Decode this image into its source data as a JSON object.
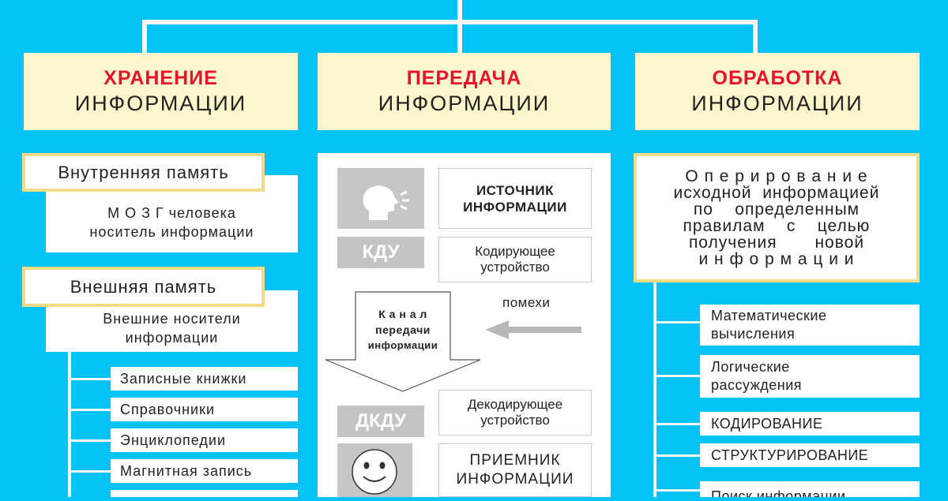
{
  "storage": {
    "title_accent": "ХРАНЕНИЕ",
    "title_main": "ИНФОРМАЦИИ",
    "internal_memory": "Внутренняя  память",
    "internal_desc_1": "М О З Г  человека",
    "internal_desc_2": "носитель  информации",
    "external_memory": "Внешняя  память",
    "external_desc_1": "Внешние  носители",
    "external_desc_2": "информации",
    "items": [
      "Записные  книжки",
      "Справочники",
      "Энциклопедии",
      "Магнитная  запись"
    ]
  },
  "transfer": {
    "title_accent": "ПЕРЕДАЧА",
    "title_main": "ИНФОРМАЦИИ",
    "source_1": "ИСТОЧНИК",
    "source_2": "ИНФОРМАЦИИ",
    "kdu": "КДУ",
    "encoder_1": "Кодирующее",
    "encoder_2": "устройство",
    "channel_1": "К а н а л",
    "channel_2": "передачи",
    "channel_3": "информации",
    "noise": "помехи",
    "dkdu": "ДКДУ",
    "decoder_1": "Декодирующее",
    "decoder_2": "устройство",
    "receiver_1": "ПРИЕМНИК",
    "receiver_2": "ИНФОРМАЦИИ"
  },
  "processing": {
    "title_accent": "ОБРАБОТКА",
    "title_main": "ИНФОРМАЦИИ",
    "definition": [
      "О п е р и р о в а н и е",
      "исходной  информацией",
      "по    определенным",
      "правилам    с    целью",
      "получения       новой",
      "и н ф о р м а ц и и"
    ],
    "items": [
      {
        "line1": "Математические",
        "line2": "вычисления"
      },
      {
        "line1": "Логические",
        "line2": "рассуждения"
      },
      {
        "line1": "КОДИРОВАНИЕ",
        "line2": ""
      },
      {
        "line1": "СТРУКТУРИРОВАНИЕ",
        "line2": ""
      },
      {
        "line1": "Поиск  информации",
        "line2": ""
      }
    ]
  },
  "icons": [
    "speaking-head-icon",
    "smiley-face-icon",
    "down-arrow-icon",
    "left-arrow-icon"
  ],
  "colors": {
    "background": "#05c3f7",
    "header_fill": "#fbf6cb",
    "accent_text": "#e8132a",
    "box_border": "#f4dc86",
    "gray_fill": "#c4c4c4"
  }
}
